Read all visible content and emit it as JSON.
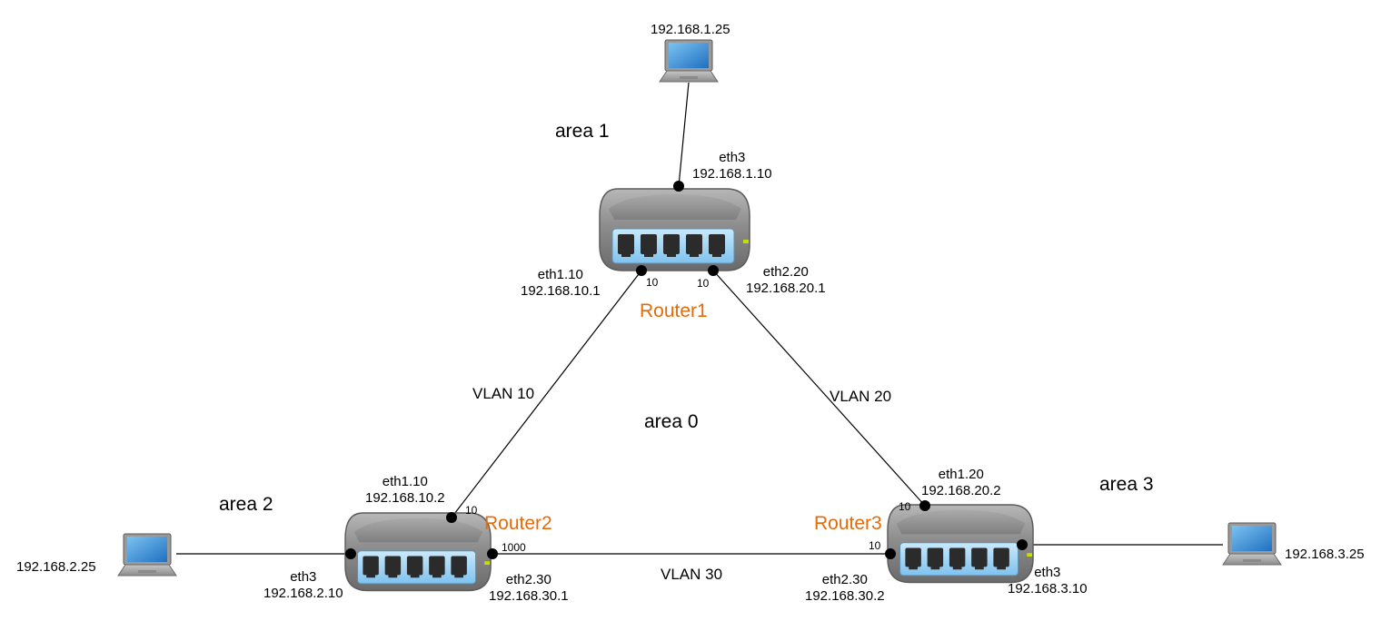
{
  "hosts": {
    "area1": "192.168.1.25",
    "area2": "192.168.2.25",
    "area3": "192.168.3.25"
  },
  "areas": {
    "a0": "area 0",
    "a1": "area 1",
    "a2": "area 2",
    "a3": "area 3"
  },
  "routers": {
    "r1": "Router1",
    "r2": "Router2",
    "r3": "Router3"
  },
  "vlans": {
    "v10": "VLAN 10",
    "v20": "VLAN 20",
    "v30": "VLAN 30"
  },
  "interfaces": {
    "r1_eth3": {
      "name": "eth3",
      "ip": "192.168.1.10"
    },
    "r1_eth1_10": {
      "name": "eth1.10",
      "ip": "192.168.10.1"
    },
    "r1_eth2_20": {
      "name": "eth2.20",
      "ip": "192.168.20.1"
    },
    "r2_eth1_10": {
      "name": "eth1.10",
      "ip": "192.168.10.2"
    },
    "r2_eth3": {
      "name": "eth3",
      "ip": "192.168.2.10"
    },
    "r2_eth2_30": {
      "name": "eth2.30",
      "ip": "192.168.30.1"
    },
    "r3_eth1_20": {
      "name": "eth1.20",
      "ip": "192.168.20.2"
    },
    "r3_eth2_30": {
      "name": "eth2.30",
      "ip": "192.168.30.2"
    },
    "r3_eth3": {
      "name": "eth3",
      "ip": "192.168.3.10"
    }
  },
  "costs": {
    "r1_left": "10",
    "r1_right": "10",
    "r2_top": "10",
    "r2_right": "1000",
    "r3_top": "10",
    "r3_left": "10"
  },
  "colors": {
    "router_label": "#e26b0a",
    "router_body": "#8a8a8a",
    "router_panel": "#9fd3f5",
    "port": "#2b2b2b",
    "laptop_screen": "#3a8fd8",
    "link": "#000000",
    "led": "#c6e000"
  }
}
